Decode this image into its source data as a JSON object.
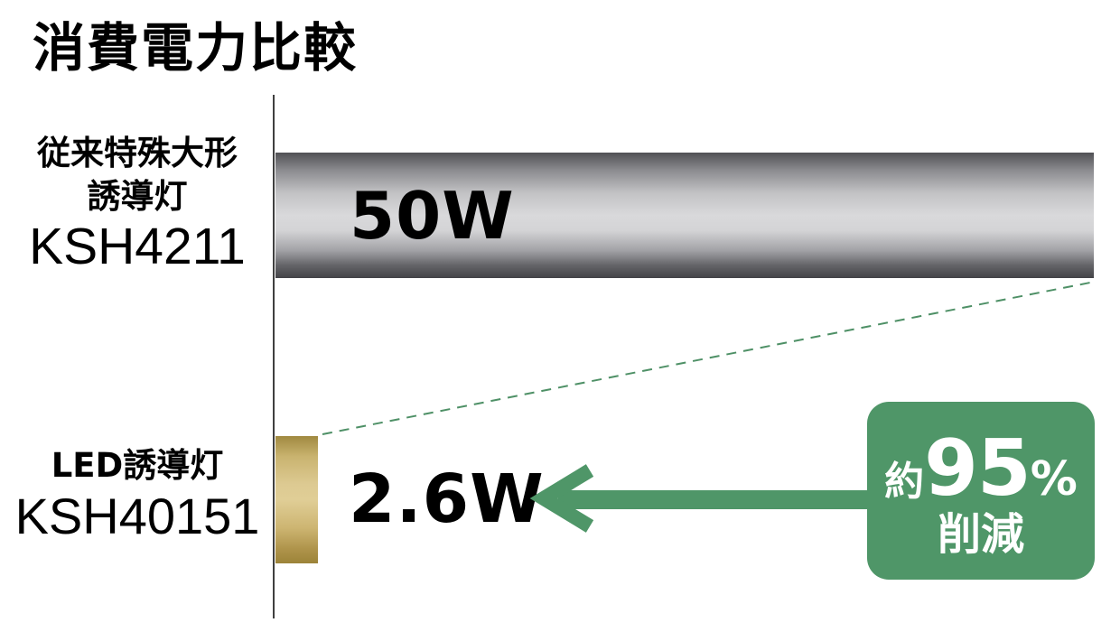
{
  "title": "消費電力比較",
  "rows": [
    {
      "label_line1": "従来特殊大形",
      "label_line2": "誘導灯",
      "model": "KSH4211",
      "value_label": "50W"
    },
    {
      "label_line1": "LED誘導灯",
      "model": "KSH40151",
      "value_label": "2.6W"
    }
  ],
  "badge": {
    "prefix": "約",
    "value": "95",
    "unit": "%",
    "suffix": "削減"
  },
  "colors": {
    "accent_green": "#4f9668",
    "dashed_line_green": "#4e9066",
    "axis_gray": "#3f3f3f",
    "bar_gray_highlight": "#d9d9db",
    "bar_gray_shadow": "#434347",
    "bar_gold_highlight": "#e0ce96",
    "bar_gold_shadow": "#9c8338",
    "text_black": "#000000",
    "badge_text_white": "#ffffff"
  },
  "chart_data": {
    "type": "bar",
    "orientation": "horizontal",
    "title": "消費電力比較",
    "categories": [
      "従来特殊大形誘導灯 KSH4211",
      "LED誘導灯 KSH40151"
    ],
    "values": [
      50,
      2.6
    ],
    "unit": "W",
    "value_labels": [
      "50W",
      "2.6W"
    ],
    "xlim": [
      0,
      50
    ],
    "grid": false,
    "legend_position": "none",
    "annotation": "約95%削減",
    "annotation_target": "LED誘導灯 KSH40151"
  }
}
